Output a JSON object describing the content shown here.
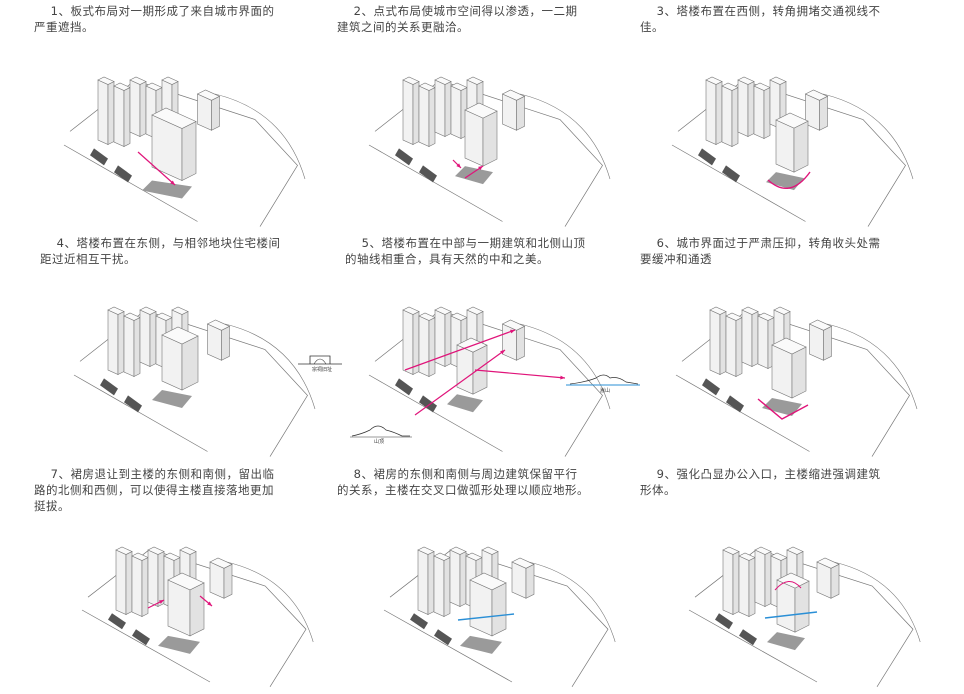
{
  "panels": [
    {
      "caption": "    1、板式布局对一期形成了来自城市界面的\n严重遮挡。"
    },
    {
      "caption": "    2、点式布局使城市空间得以渗透，一二期\n建筑之间的关系更融洽。"
    },
    {
      "caption": "    3、塔楼布置在西侧，转角拥堵交通视线不\n佳。"
    },
    {
      "caption": "    4、塔楼布置在东侧，与相邻地块住宅楼间\n距过近相互干扰。"
    },
    {
      "caption": "    5、塔楼布置在中部与一期建筑和北侧山顶\n的轴线相重合，具有天然的中和之美。"
    },
    {
      "caption": "    6、城市界面过于严肃压抑，转角收头处需\n要缓冲和通透"
    },
    {
      "caption": "    7、裙房退让到主楼的东侧和南侧，留出临\n路的北侧和西侧，可以使得主楼直接落地更加\n挺拔。"
    },
    {
      "caption": "    8、裙房的东侧和南侧与周边建筑保留平行\n的关系，主楼在交叉口做弧形处理以顺应地形。"
    },
    {
      "caption": "    9、强化凸显办公入口，主楼缩进强调建筑\n形体。"
    }
  ],
  "labels": {
    "left_landmark": "宗祠旧址",
    "right_landmark": "嵩山",
    "bottom_landmark": "山顶"
  },
  "colors": {
    "accent": "#e0147a",
    "blue": "#2a8fd6",
    "shadow": "#9a9a9a",
    "line": "#777777"
  }
}
